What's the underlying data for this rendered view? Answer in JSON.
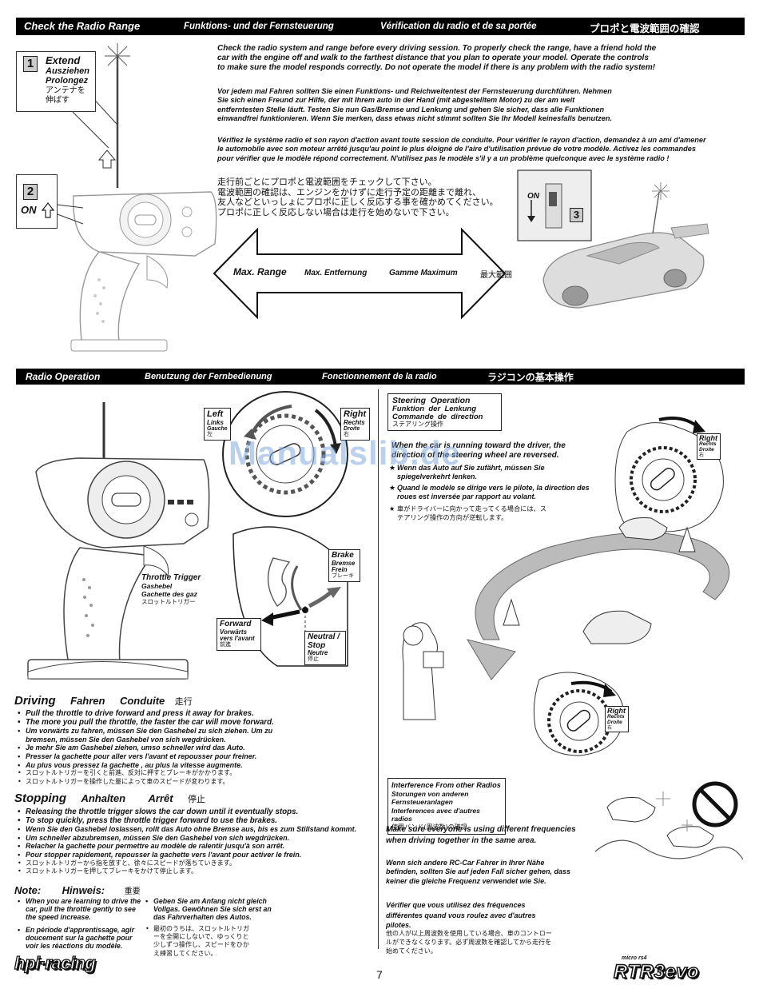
{
  "section1": {
    "bar": {
      "en": "Check the Radio Range",
      "de": "Funktions- und der Fernsteuerung",
      "fr": "Vérification du radio et de sa portée",
      "jp": "プロポと電波範囲の確認"
    },
    "step1": {
      "num": "1",
      "en": "Extend",
      "de": "Ausziehen",
      "fr": "Prolongez",
      "jp": "アンテナを\n伸ばす"
    },
    "step2": {
      "num": "2",
      "label": "ON"
    },
    "step3": {
      "num": "3",
      "on_label": "ON"
    },
    "text_en": "Check the radio system and range before every driving session. To properly check the range, have a friend hold the car with the engine off and walk to the farthest distance that you plan to operate your model. Operate the controls to make sure the model responds correctly. Do not operate the model if there is any problem with the radio system!",
    "text_de": "Vor jedem mal Fahren sollten Sie einen Funktions- und Reichweitentest der Fernsteuerung durchführen. Nehmen Sie sich einen Freund zur Hilfe, der mit Ihrem auto in der Hand (mit abgestelltem Motor) zu der am weit entferntesten Stelle läuft. Testen Sie nun Gas/Bremse und Lenkung und gehen Sie sicher, dass alle Funktionen einwandfrei funktionieren. Wenn Sie merken, dass etwas nicht stimmt sollten Sie Ihr Modell keinesfalls benutzen.",
    "text_fr": "Vérifiez le système radio et son rayon d'action avant toute session de conduite. Pour vérifier le rayon d'action, demandez à un ami d'amener le automobile avec son moteur arrêté jusqu'au point le plus éloigné de l'aire d'utilisation prévue de votre modèle. Activez les commandes pour vérifier que le modèle répond correctement. N'utilisez pas le modèle s'il y a un problème quelconque avec le système radio !",
    "text_jp": "走行前ごとにプロポと電波範囲をチェックして下さい。\n電波範囲の確認は、エンジンをかけずに走行予定の距離まで離れ、\n友人などといっしょにプロポに正しく反応する事を確かめてください。\nプロポに正しく反応しない場合は走行を始めないで下さい。",
    "arrow": {
      "en": "Max. Range",
      "de": "Max. Entfernung",
      "fr": "Gamme Maximum",
      "jp": "最大範囲"
    }
  },
  "section2": {
    "bar": {
      "en": "Radio Operation",
      "de": "Benutzung der Fernbedienung",
      "fr": "Fonctionnement de la radio",
      "jp": "ラジコンの基本操作"
    },
    "wheel_left": {
      "en": "Left",
      "de": "Links",
      "fr": "Gauche",
      "jp": "左"
    },
    "wheel_right": {
      "en": "Right",
      "de": "Rechts",
      "fr": "Droite",
      "jp": "右"
    },
    "brake": {
      "en": "Brake",
      "de": "Bremse",
      "fr": "Frein",
      "jp": "ブレーキ"
    },
    "forward": {
      "en": "Forward",
      "de": "Vorwärts",
      "fr": "vers l'avant",
      "jp": "前進"
    },
    "neutral": {
      "en": "Neutral /\nStop",
      "de": "Neutre",
      "jp": "停止"
    },
    "throttle": {
      "en": "Throttle Trigger",
      "de": "Gashebel",
      "fr": "Gachette des gaz",
      "jp": "スロットルトリガー"
    },
    "steering_box": {
      "en": "Steering  Operation",
      "de": "Funktion  der  Lenkung",
      "fr": "Commande  de  direction",
      "jp": "ステアリング操作"
    },
    "steering_en": "When the car is running toward the driver, the direction of the steering wheel are reversed.",
    "steering_de": "Wenn das Auto auf Sie zufährt, müssen Sie spiegelverkehrt lenken.",
    "steering_fr": "Quand le modèle se dirige vers le pilote, la direction des roues est inversée par rapport au volant.",
    "steering_jp": "車がドライバーに向かって走ってくる場合には、ステアリング操作の方向が逆転します。",
    "right_top": {
      "en": "Right",
      "de": "Rechts",
      "fr": "Droite",
      "jp": "右"
    },
    "right_bottom": {
      "en": "Right",
      "de": "Rechts",
      "fr": "Droite",
      "jp": "右"
    },
    "watermark": "Manualslib.de"
  },
  "driving": {
    "title_en": "Driving",
    "title_de": "Fahren",
    "title_fr": "Conduite",
    "title_jp": "走行",
    "bullets": [
      "Pull the throttle to drive forward and press it away for brakes.",
      "The more you pull the throttle, the faster the car will move forward.",
      "Um vorwärts zu fahren, müssen Sie den Gashebel zu sich ziehen. Um zu bremsen, müssen Sie den Gashebel von sich wegdrücken.",
      "Je mehr Sie am Gashebel ziehen, umso schneller wird das Auto.",
      "Presser la gachette pour aller vers l'avant et repousser pour freiner.",
      "Au plus vous pressez la gachette , au plus la vitesse augmente.",
      "スロットルトリガーを引くと前進、反対に押すとブレーキがかかります。",
      "スロットルトリガーを操作した量によって車のスピードが変わります。"
    ]
  },
  "stopping": {
    "title_en": "Stopping",
    "title_de": "Anhalten",
    "title_fr": "Arrêt",
    "title_jp": "停止",
    "bullets": [
      "Releasing the throttle trigger slows the car down until it eventually stops.",
      "To stop quickly, press the throttle trigger forward to use the brakes.",
      "Wenn Sie den Gashebel loslassen, rollt das Auto ohne Bremse aus, bis es zum Stillstand kommt.",
      "Um schneller abzubremsen, müssen Sie den Gashebel von sich wegdrücken.",
      "Relacher la gachette pour permettre au modèle de ralentir jusqu'à son arrêt.",
      "Pour stopper rapidement, repousser la gachette vers l'avant pour activer le frein.",
      "スロットルトリガーから指を放すと、徐々にスピードが落ちていきます。",
      "スロットルトリガーを押してブレーキをかけて停止します。"
    ]
  },
  "note": {
    "title_en": "Note:",
    "title_de": "Hinweis:",
    "title_jp": "重要",
    "left_en": "When you are learning to drive the  car, pull the throttle gently to see the speed increase.",
    "left_fr": "En période d'apprentissage, agir doucement sur la gachette pour voir les réactions du modèle.",
    "right_de": "Geben Sie am Anfang nicht gleich Vollgas. Gewöhnen Sie sich erst an das Fahrverhalten des Autos.",
    "right_jp": "最初のうちは、スロットルトリガーを全開にしないで、ゆっくりと少しずつ操作し、スピードをひかえ練習してください。"
  },
  "interference": {
    "box_en": "Interference From other Radios",
    "box_de": "Storungen von anderen Fernsteueranlagen",
    "box_fr": "Interferences avec d'autres radios",
    "box_jp": "使用バンド(周波数)の確認",
    "text_en": "Make sure everyone is using different frequencies when driving together in the same area.",
    "text_de": "Wenn sich andere RC-Car Fahrer in Ihrer Nähe befinden, sollten Sie auf jeden Fall sicher gehen, dass keiner die gleiche Frequenz verwendet wie Sie.",
    "text_fr": "Vérifier que vous utilisez des fréquences différentes quand vous roulez avec d'autres pilotes.",
    "text_jp": "他の人が以上周波数を使用している場合、車のコントロールができなくなります。必ず周波数を確認してから走行を始めてください。"
  },
  "footer": {
    "brand_left": "hpi·racing",
    "page": "7",
    "brand_right_small": "micro rs4",
    "brand_right": "RTR3evo"
  }
}
